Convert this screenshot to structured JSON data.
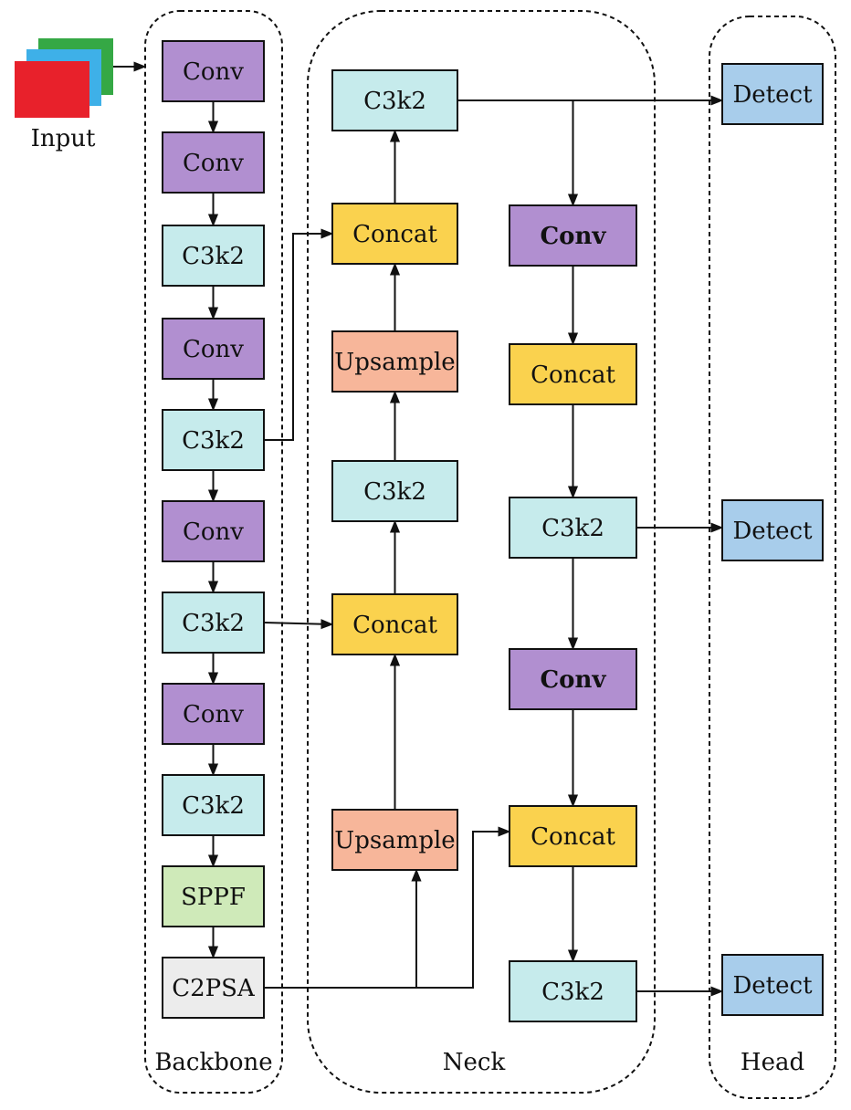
{
  "input": {
    "label": "Input"
  },
  "groups": {
    "backbone": "Backbone",
    "neck": "Neck",
    "head": "Head"
  },
  "colors": {
    "conv": "#b18fd0",
    "c3k2": "#c6ebec",
    "concat": "#fad24e",
    "upsample": "#f7b69a",
    "sppf": "#cfeab9",
    "c2psa": "#ececec",
    "detect": "#a8cdeb",
    "input_red": "#e8212b",
    "input_blue": "#3eb0e8",
    "input_green": "#35a845"
  },
  "backbone": [
    {
      "label": "Conv",
      "kind": "conv"
    },
    {
      "label": "Conv",
      "kind": "conv"
    },
    {
      "label": "C3k2",
      "kind": "c3k2"
    },
    {
      "label": "Conv",
      "kind": "conv"
    },
    {
      "label": "C3k2",
      "kind": "c3k2"
    },
    {
      "label": "Conv",
      "kind": "conv"
    },
    {
      "label": "C3k2",
      "kind": "c3k2"
    },
    {
      "label": "Conv",
      "kind": "conv"
    },
    {
      "label": "C3k2",
      "kind": "c3k2"
    },
    {
      "label": "SPPF",
      "kind": "sppf"
    },
    {
      "label": "C2PSA",
      "kind": "c2psa"
    }
  ],
  "neck_left": [
    {
      "label": "C3k2",
      "kind": "c3k2"
    },
    {
      "label": "Concat",
      "kind": "concat"
    },
    {
      "label": "Upsample",
      "kind": "upsample"
    },
    {
      "label": "C3k2",
      "kind": "c3k2"
    },
    {
      "label": "Concat",
      "kind": "concat"
    },
    {
      "label": "Upsample",
      "kind": "upsample"
    }
  ],
  "neck_right": [
    {
      "label": "Conv",
      "kind": "conv",
      "bold": true
    },
    {
      "label": "Concat",
      "kind": "concat"
    },
    {
      "label": "C3k2",
      "kind": "c3k2"
    },
    {
      "label": "Conv",
      "kind": "conv",
      "bold": true
    },
    {
      "label": "Concat",
      "kind": "concat"
    },
    {
      "label": "C3k2",
      "kind": "c3k2"
    }
  ],
  "head": [
    {
      "label": "Detect",
      "kind": "detect"
    },
    {
      "label": "Detect",
      "kind": "detect"
    },
    {
      "label": "Detect",
      "kind": "detect"
    }
  ]
}
